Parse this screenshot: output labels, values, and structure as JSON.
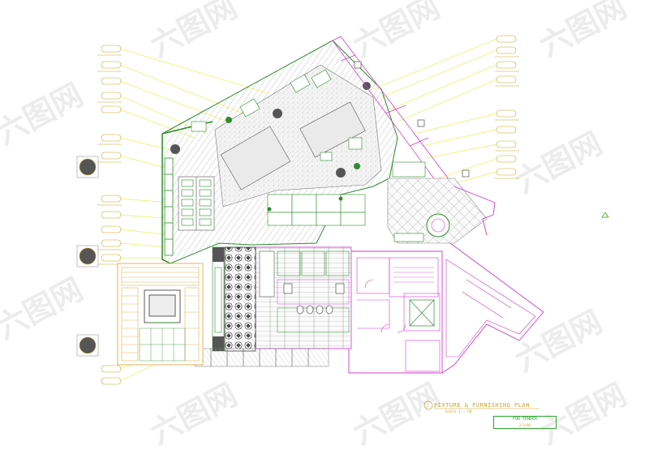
{
  "drawing": {
    "title": "FIXTURE & FURNISHING PLAN",
    "scale": "Scale 1 : 50",
    "stamp_main": "FOR TENDER",
    "stamp_sub": "2/2/04",
    "legend_mark": "A"
  },
  "watermark": {
    "brand": "六图网"
  },
  "colors": {
    "wall": "#d13ad1",
    "furniture": "#2e8b2e",
    "leader": "#e6e600",
    "annotation": "#c9a227",
    "column_fill": "#555555",
    "hatch": "#888888"
  }
}
